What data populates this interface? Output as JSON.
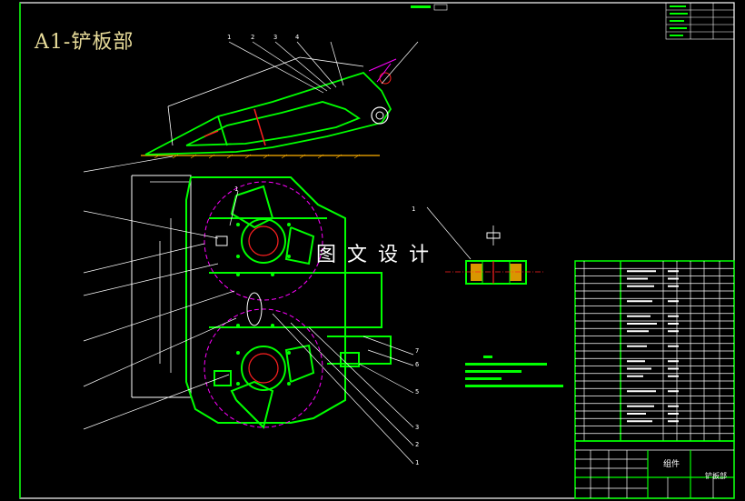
{
  "drawing": {
    "title": "A1-铲板部",
    "watermark": "图文设计",
    "title_block": {
      "field_label": "组件",
      "drawing_name": "铲板部"
    },
    "balloons": [
      {
        "id": "b-top-1",
        "label": "1"
      },
      {
        "id": "b-top-2",
        "label": "2"
      },
      {
        "id": "b-top-3",
        "label": "3"
      },
      {
        "id": "b-top-4",
        "label": "4"
      },
      {
        "id": "b-right-7",
        "label": "7"
      },
      {
        "id": "b-right-6",
        "label": "6"
      },
      {
        "id": "b-right-5",
        "label": "5"
      },
      {
        "id": "b-right-3",
        "label": "3"
      },
      {
        "id": "b-right-2",
        "label": "2"
      },
      {
        "id": "b-right-1",
        "label": "1"
      },
      {
        "id": "b-detail-1",
        "label": "1"
      },
      {
        "id": "b-plan-1",
        "label": "1"
      }
    ],
    "colors": {
      "background": "#000000",
      "outline": "#00ff00",
      "hidden": "#ff00ff",
      "leader": "#ffffff",
      "section": "#ff2020",
      "hatch": "#ffb000",
      "title": "#e8dc9a"
    }
  }
}
